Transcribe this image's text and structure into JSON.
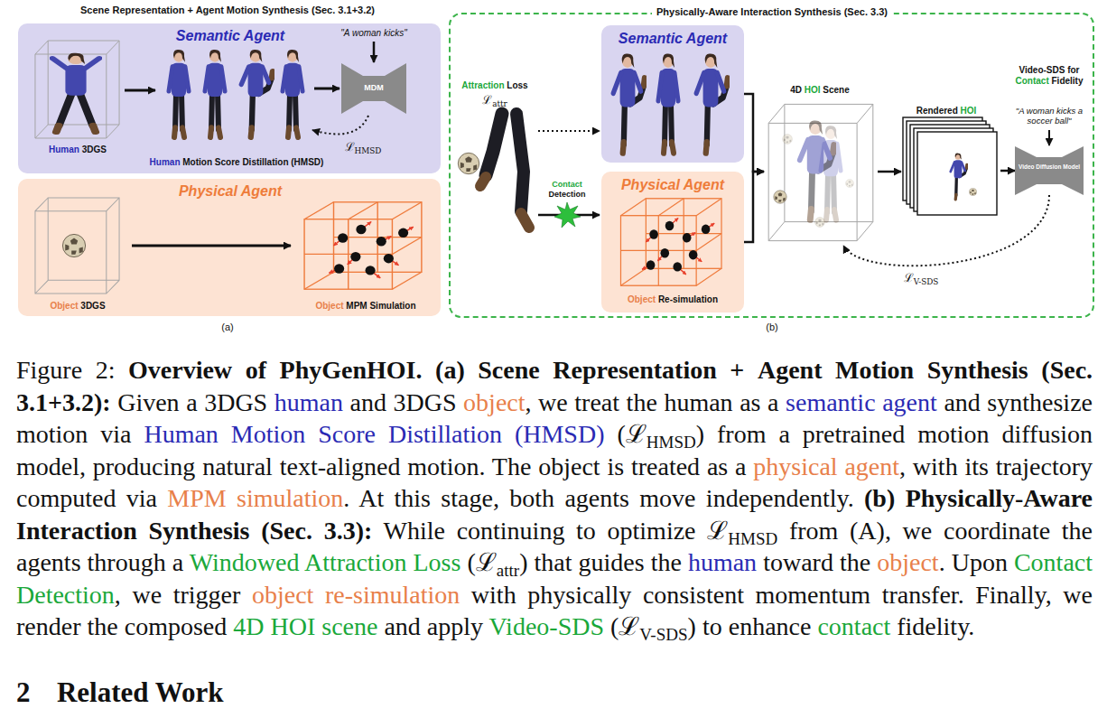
{
  "diagram": {
    "caption": "Figure 2: Overview of PhyGenHOI. (a) Scene Representation + Agent Motion Synthesis (Sec. 3.1+3.2): Given a 3DGS human and 3DGS object, we treat the human as a semantic agent and synthesize motion via Human Motion Score Distillation (HMSD) (ℒHMSD) from a pretrained motion diffusion model, producing natural text-aligned motion. The object is treated as a physical agent, with its trajectory computed via MPM simulation. At this stage, both agents move independently. (b) Physically-Aware Interaction Synthesis (Sec. 3.3): While continuing to optimize ℒHMSD from (A), we coordinate the agents through a Windowed Attraction Loss (ℒattr) that guides the human toward the object. Upon Contact Detection, we trigger object re-simulation with physically consistent momentum transfer. Finally, we render the composed 4D HOI scene and apply Video-SDS (ℒV-SDS) to enhance contact fidelity.",
    "nodes": [
      {
        "text": [
          "Semantic Agent",
          "Human 3DGS",
          "Human Motion Score Distillation (HMSD)"
        ]
      },
      {
        "text": [
          "MDM"
        ],
        "in": 0
      },
      {
        "text": [
          "Physical Agent",
          "Object 3DGS",
          "Object MPM Simulation"
        ]
      },
      {
        "text": [
          "Physically-Aware Interaction Synthesis (Sec. 3.3)"
        ]
      },
      {
        "text": [
          "Semantic Agent"
        ],
        "in": 3
      },
      {
        "text": [
          "Physical Agent",
          "Object Re-simulation"
        ],
        "in": 3
      },
      {
        "text": [
          "4D HOI Scene"
        ],
        "in": 3
      },
      {
        "text": [
          "Rendered HOI"
        ],
        "in": 3
      },
      {
        "text": [
          "Video Diffusion Model"
        ],
        "in": 3
      }
    ],
    "edges": [
      {
        "from": 4,
        "to": 6,
        "arrow": "to"
      },
      {
        "from": 5,
        "to": 6,
        "arrow": "to"
      },
      {
        "from": 6,
        "to": 7,
        "arrow": "to"
      },
      {
        "from": 7,
        "to": 8,
        "arrow": "to"
      },
      {
        "from": 8,
        "to": 6,
        "label": "ℒV-SDS",
        "arrow": "to"
      }
    ],
    "labels": [
      "Scene Representation + Agent Motion Synthesis (Sec. 3.1+3.2)",
      "\"A woman kicks\"",
      "ℒHMSD",
      "(a)",
      "Attraction Loss",
      "ℒattr",
      "Contact Detection",
      "Video-SDS for Contact Fidelity",
      "\"A woman kicks a soccer ball\"",
      "(b)",
      "2 Related Work"
    ]
  }
}
